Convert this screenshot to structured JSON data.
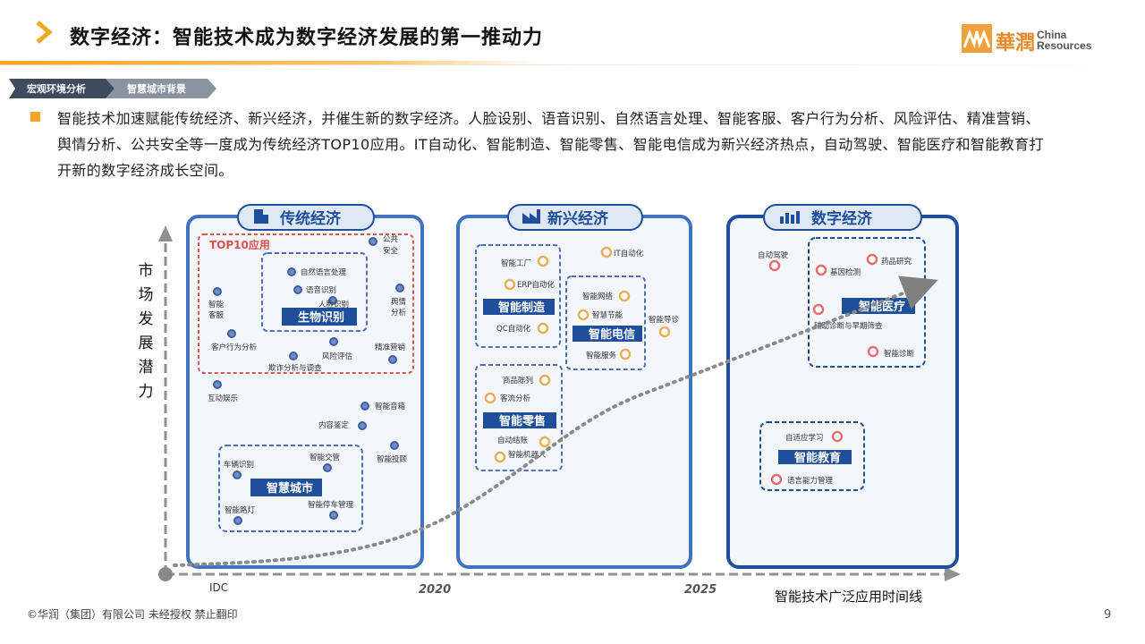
{
  "header": {
    "title": "数字经济：智能技术成为数字经济发展的第一推动力",
    "logo_cn": "華潤",
    "logo_en_line1": "China",
    "logo_en_line2": "Resources"
  },
  "breadcrumb": {
    "items": [
      "宏观环境分析",
      "智慧城市背景"
    ]
  },
  "body_text": "智能技术加速赋能传统经济、新兴经济，并催生新的数字经济。人脸设别、语音识别、自然语言处理、智能客服、客户行为分析、风险评估、精准营销、舆情分析、公共安全等一度成为传统经济TOP10应用。IT自动化、智能制造、智能零售、智能电信成为新兴经济热点，自动驾驶、智能医疗和智能教育打开新的数字经济成长空间。",
  "diagram": {
    "y_axis_label": "市场发展潜力",
    "x_axis_label": "智能技术广泛应用时间线",
    "origin_label": "IDC",
    "x_ticks": [
      "2020",
      "2025"
    ],
    "panels": {
      "traditional": {
        "title": "传统经济",
        "top10_label": "TOP10应用",
        "biometric_label": "生物识别",
        "items": [
          "公共\n安全",
          "自然语言处理",
          "语音识别",
          "人脸识别",
          "舆情\n分析",
          "智能\n客服",
          "客户行为分析",
          "风险评估",
          "精准营销",
          "欺诈分析与调查",
          "互动娱乐",
          "智能音箱",
          "内容鉴定",
          "智能投顾",
          "车辆识别",
          "智能交管",
          "智能路灯",
          "智能停车管理"
        ],
        "smart_city_label": "智慧城市"
      },
      "emerging": {
        "title": "新兴经济",
        "it_label": "IT自动化",
        "manufacturing_label": "智能制造",
        "manufacturing_items": [
          "智能工厂",
          "ERP自动化",
          "QC自动化"
        ],
        "telecom_label": "智能电信",
        "telecom_items": [
          "智能网络",
          "智慧节能",
          "智能服务",
          "智能导诊"
        ],
        "retail_label": "智能零售",
        "retail_items": [
          "商品陈列",
          "客流分析",
          "自动结账",
          "智能机器人"
        ]
      },
      "digital": {
        "title": "数字经济",
        "autodrive_label": "自动驾驶",
        "medical_label": "智能医疗",
        "medical_items": [
          "药品研究",
          "基因检测",
          "辅助诊断与早期筛查",
          "智能诊断"
        ],
        "education_label": "智能教育",
        "education_items": [
          "自适应学习",
          "语言能力管理"
        ]
      }
    }
  },
  "footer": {
    "copyright": "©华润（集团）有限公司 未经授权 禁止翻印",
    "page": "9"
  },
  "colors": {
    "accent": "#f5a623",
    "panel_blue": "#3f73c0",
    "panel_title_bg": "#1f4f9a",
    "dashed_red": "#d9534f",
    "dot_blue": "#4a6fb5",
    "dot_orange": "#e8b05a",
    "dot_red": "#e07070"
  }
}
